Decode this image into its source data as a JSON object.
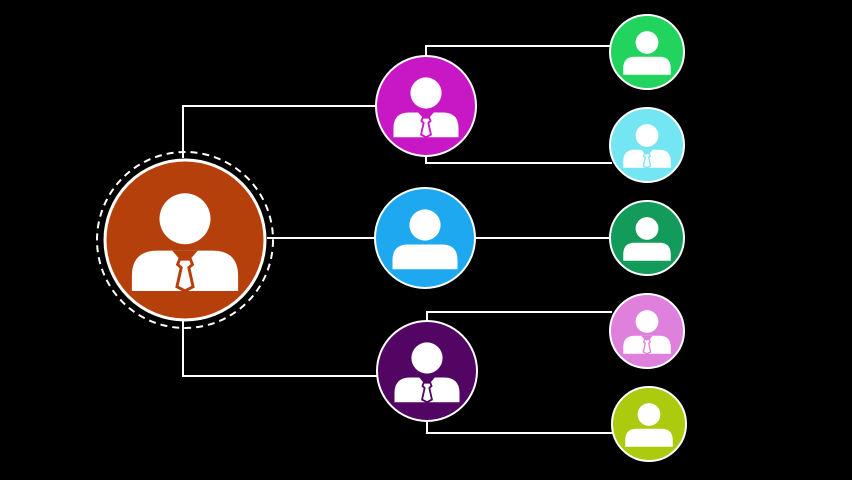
{
  "background": "#000000",
  "connector_color": "#ffffff",
  "root": {
    "id": "root",
    "color": "#B5400C",
    "figure": "person-tie",
    "dashed_ring": true
  },
  "managers": [
    {
      "id": "manager-1",
      "color": "#C818C6",
      "figure": "person-tie",
      "reports": [
        {
          "id": "member-1",
          "color": "#22D35E",
          "figure": "person"
        },
        {
          "id": "member-2",
          "color": "#74E5F2",
          "figure": "person-tie"
        }
      ]
    },
    {
      "id": "manager-2",
      "color": "#1DA8F0",
      "figure": "person",
      "reports": [
        {
          "id": "member-3",
          "color": "#129B5B",
          "figure": "person"
        }
      ]
    },
    {
      "id": "manager-3",
      "color": "#520563",
      "figure": "person-tie",
      "reports": [
        {
          "id": "member-4",
          "color": "#DE80DC",
          "figure": "person-tie"
        },
        {
          "id": "member-5",
          "color": "#ACCA0E",
          "figure": "person"
        }
      ]
    }
  ]
}
